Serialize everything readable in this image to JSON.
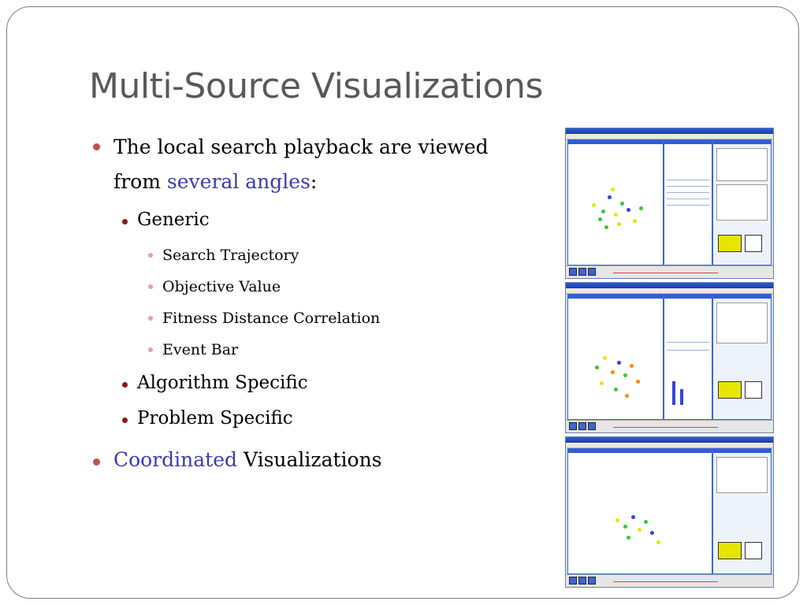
{
  "title": "Multi-Source Visualizations",
  "bullets": {
    "intro_line1": "The local search playback are viewed",
    "intro_line2_prefix": "from ",
    "intro_line2_accent": "several angles",
    "intro_line2_suffix": ":",
    "generic": "Generic",
    "generic_items": [
      "Search Trajectory",
      "Objective Value",
      "Fitness Distance Correlation",
      "Event Bar"
    ],
    "algorithm_specific": "Algorithm Specific",
    "problem_specific": "Problem Specific",
    "coordinated_accent": "Coordinated",
    "coordinated_rest": " Visualizations"
  },
  "colors": {
    "title": "#595959",
    "accent": "#3a3ab5",
    "bullet_l1": "#c0504d",
    "bullet_l2": "#8b1a1a",
    "bullet_l3": "#e6a0a0"
  }
}
